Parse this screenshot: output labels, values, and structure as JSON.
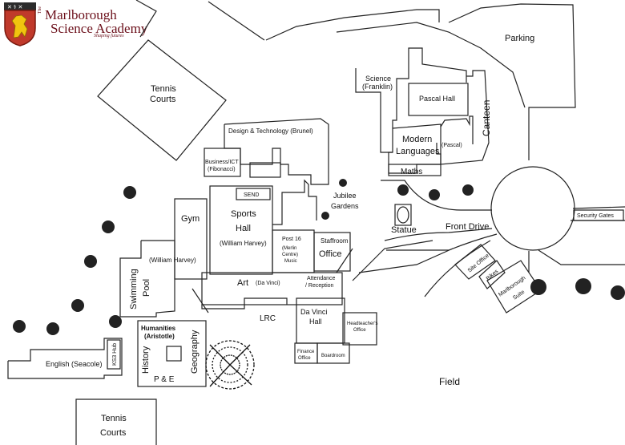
{
  "logo": {
    "the": "The",
    "name": "Marlborough",
    "academy": "Science Academy",
    "motto": "Shaping futures",
    "crest_colors": {
      "shield": "#c0392b",
      "lion": "#f1c40f",
      "frame": "#2c2c2c"
    }
  },
  "labels": {
    "parking": "Parking",
    "tennis_courts_top_1": "Tennis",
    "tennis_courts_top_2": "Courts",
    "science_1": "Science",
    "science_2": "(Franklin)",
    "pascal_hall": "Pascal Hall",
    "canteen": "Canteen",
    "modern_1": "Modern",
    "modern_2": "Languages",
    "pascal_small": "(Pascal)",
    "maths": "Maths",
    "design_tech": "Design & Technology (Brunel)",
    "business_1": "Business/ICT",
    "business_2": "(Fibonacci)",
    "send": "SEND",
    "sports_1": "Sports",
    "sports_2": "Hall",
    "william_harvey": "(William Harvey)",
    "gym": "Gym",
    "jubilee_1": "Jubilee",
    "jubilee_2": "Gardens",
    "statue": "Statue",
    "front_drive": "Front Drive",
    "security_gates": "Security Gates",
    "post16_1": "Post 16",
    "post16_2": "(Merlin",
    "post16_3": "Centre)",
    "post16_4": "Music",
    "staffroom": "Staffroom",
    "office": "Office",
    "site_office": "Site Office",
    "bikes": "Bikes",
    "marlborough_suite_1": "Marlborough",
    "marlborough_suite_2": "Suite",
    "william_harvey_pool": "(William Harvey)",
    "swimming": "Swimming",
    "pool": "Pool",
    "art": "Art",
    "da_vinci_small": "(Da Vinci)",
    "attendance_1": "Attendance",
    "attendance_2": "/ Reception",
    "lrc": "LRC",
    "da_vinci_hall_1": "Da Vinci",
    "da_vinci_hall_2": "Hall",
    "headteacher_1": "Headteacher's",
    "headteacher_2": "Office",
    "finance_1": "Finance",
    "finance_2": "Office",
    "boardroom": "Boardroom",
    "humanities_1": "Humanities",
    "humanities_2": "(Aristotle)",
    "history": "History",
    "geography": "Geography",
    "pe": "P & E",
    "english": "English (Seacole)",
    "ks3_hub": "KS3 Hub",
    "field": "Field",
    "tennis_courts_bottom_1": "Tennis",
    "tennis_courts_bottom_2": "Courts"
  }
}
